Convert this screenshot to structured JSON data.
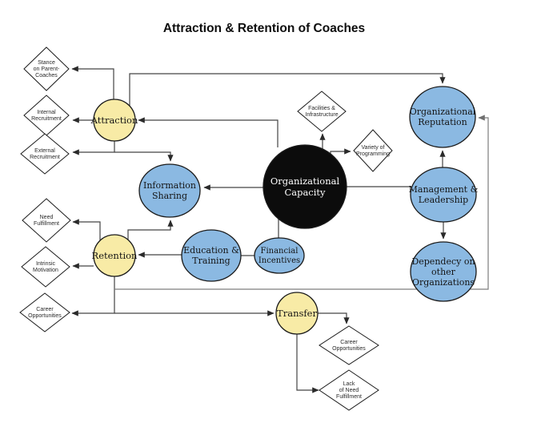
{
  "title": "Attraction & Retention of Coaches",
  "colors": {
    "yellow": "#F8EBA6",
    "blue": "#8BB9E2",
    "black": "#0C0C0C",
    "white": "#FFFFFF",
    "edge": "#444444",
    "edge_gray": "#7D7D7D"
  },
  "nodes": {
    "attraction": {
      "lines": [
        "Attraction"
      ]
    },
    "retention": {
      "lines": [
        "Retention"
      ]
    },
    "transfer": {
      "lines": [
        "Transfer"
      ]
    },
    "information_sharing": {
      "lines": [
        "Information",
        "Sharing"
      ]
    },
    "education_training": {
      "lines": [
        "Education &",
        "Training"
      ]
    },
    "financial_incentives": {
      "lines": [
        "Financial",
        "Incentives"
      ]
    },
    "organizational_capacity": {
      "lines": [
        "Organizational",
        "Capacity"
      ]
    },
    "organizational_reputation": {
      "lines": [
        "Organizational",
        "Reputation"
      ]
    },
    "management_leadership": {
      "lines": [
        "Management &",
        "Leadership"
      ]
    },
    "dependency_other_orgs": {
      "lines": [
        "Dependecy on",
        "other",
        "Organizations"
      ]
    },
    "stance_parent_coaches": {
      "lines": [
        "Stance",
        "on Parent-",
        "Coaches"
      ]
    },
    "internal_recruitment": {
      "lines": [
        "Internal",
        "Recruitment"
      ]
    },
    "external_recruitment": {
      "lines": [
        "External",
        "Recruitment"
      ]
    },
    "need_fulfillment": {
      "lines": [
        "Need",
        "Fulfillment"
      ]
    },
    "intrinsic_motivation": {
      "lines": [
        "Intrinsic",
        "Motivation"
      ]
    },
    "career_opportunities_left": {
      "lines": [
        "Career",
        "Opportunities"
      ]
    },
    "facilities_infrastructure": {
      "lines": [
        "Facilities &",
        "Infrastructure"
      ]
    },
    "variety_programming": {
      "lines": [
        "Variety of",
        "Programming"
      ]
    },
    "career_opportunities_bottom": {
      "lines": [
        "Career",
        "Opportunities"
      ]
    },
    "lack_need_fulfillment": {
      "lines": [
        "Lack",
        "of Need",
        "Fulfillment"
      ]
    }
  },
  "edges": [
    {
      "from": "Attraction",
      "to": "Stance on Parent-Coaches",
      "arrow": true
    },
    {
      "from": "Attraction",
      "to": "Internal Recruitment",
      "arrow": true
    },
    {
      "from": "Attraction",
      "to": "External Recruitment",
      "arrow": true
    },
    {
      "from": "Attraction",
      "to": "Information Sharing",
      "arrow": true
    },
    {
      "from": "Attraction",
      "to": "Organizational Reputation",
      "arrow": true
    },
    {
      "from": "Organizational Capacity",
      "to": "Attraction",
      "arrow": true
    },
    {
      "from": "Organizational Capacity",
      "to": "Facilities & Infrastructure",
      "arrow": true
    },
    {
      "from": "Organizational Capacity",
      "to": "Variety of Programming",
      "arrow": true
    },
    {
      "from": "Organizational Capacity",
      "to": "Information Sharing",
      "arrow": true
    },
    {
      "from": "Organizational Capacity",
      "to": "Management & Leadership",
      "arrow": false
    },
    {
      "from": "Organizational Capacity",
      "to": "Financial Incentives",
      "arrow": false
    },
    {
      "from": "Education & Training",
      "to": "Financial Incentives",
      "arrow": false
    },
    {
      "from": "Education & Training",
      "to": "Retention",
      "arrow": true
    },
    {
      "from": "Retention",
      "to": "Need Fulfillment",
      "arrow": true
    },
    {
      "from": "Retention",
      "to": "Intrinsic Motivation",
      "arrow": true
    },
    {
      "from": "Retention",
      "to": "Information Sharing",
      "arrow": true
    },
    {
      "from": "Retention",
      "to": "Career Opportunities",
      "arrow": true
    },
    {
      "from": "Retention",
      "to": "Transfer",
      "arrow": true
    },
    {
      "from": "Retention",
      "to": "Organizational Reputation",
      "arrow": true
    },
    {
      "from": "Management & Leadership",
      "to": "Organizational Reputation",
      "arrow": true
    },
    {
      "from": "Management & Leadership",
      "to": "Dependecy on other Organizations",
      "arrow": true
    },
    {
      "from": "Transfer",
      "to": "Career Opportunities (bottom)",
      "arrow": true
    },
    {
      "from": "Transfer",
      "to": "Lack of Need Fulfillment",
      "arrow": true
    }
  ]
}
